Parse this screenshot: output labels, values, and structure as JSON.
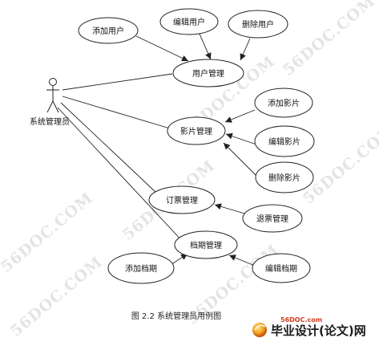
{
  "diagram": {
    "actor": {
      "label": "系统管理员"
    },
    "use_cases": [
      {
        "id": "add_user",
        "label": "添加用户"
      },
      {
        "id": "edit_user",
        "label": "编辑用户"
      },
      {
        "id": "delete_user",
        "label": "删除用户"
      },
      {
        "id": "user_mgmt",
        "label": "用户管理"
      },
      {
        "id": "add_film",
        "label": "添加影片"
      },
      {
        "id": "film_mgmt",
        "label": "影片管理"
      },
      {
        "id": "edit_film",
        "label": "编辑影片"
      },
      {
        "id": "delete_film",
        "label": "删除影片"
      },
      {
        "id": "ticket_mgmt",
        "label": "订票管理"
      },
      {
        "id": "refund_mgmt",
        "label": "退票管理"
      },
      {
        "id": "schedule_mgmt",
        "label": "档期管理"
      },
      {
        "id": "add_schedule",
        "label": "添加档期"
      },
      {
        "id": "edit_schedule",
        "label": "编辑档期"
      }
    ],
    "associations": [
      {
        "from": "actor",
        "to": "user_mgmt"
      },
      {
        "from": "actor",
        "to": "film_mgmt"
      },
      {
        "from": "actor",
        "to": "ticket_mgmt"
      },
      {
        "from": "actor",
        "to": "schedule_mgmt"
      },
      {
        "from": "add_user",
        "to": "user_mgmt"
      },
      {
        "from": "edit_user",
        "to": "user_mgmt"
      },
      {
        "from": "delete_user",
        "to": "user_mgmt"
      },
      {
        "from": "add_film",
        "to": "film_mgmt"
      },
      {
        "from": "edit_film",
        "to": "film_mgmt"
      },
      {
        "from": "delete_film",
        "to": "film_mgmt"
      },
      {
        "from": "refund_mgmt",
        "to": "ticket_mgmt"
      },
      {
        "from": "add_schedule",
        "to": "schedule_mgmt"
      },
      {
        "from": "edit_schedule",
        "to": "schedule_mgmt"
      }
    ]
  },
  "caption": "图 2.2 系统管理员用例图",
  "watermark": "56DOC.COM",
  "branding": {
    "url": "56DOC.com",
    "name": "毕业设计(论文)网"
  },
  "colors": {
    "line": "#222222",
    "ellipse_stroke": "#222222",
    "watermark": "#e4e4e4",
    "brand_accent": "#d23a1e"
  }
}
